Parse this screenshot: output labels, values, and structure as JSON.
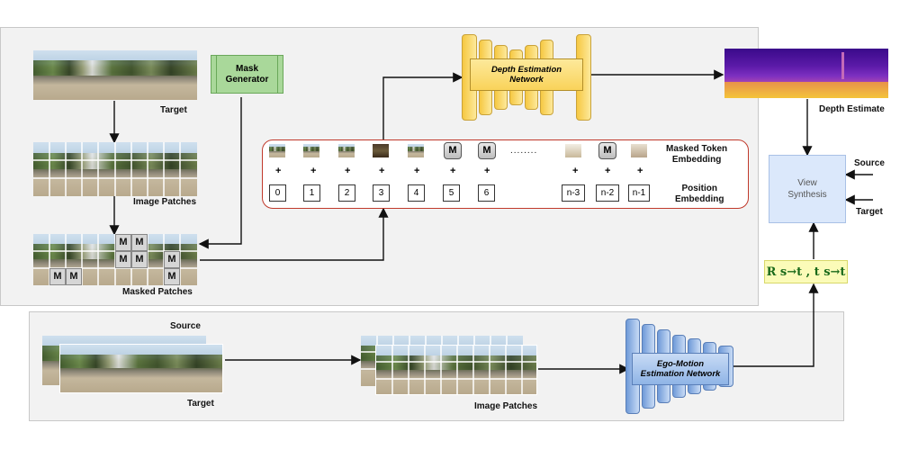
{
  "encoder_panel": {
    "target_label": "Target",
    "image_patches_label": "Image Patches",
    "masked_patches_label": "Masked Patches",
    "mask_generator": "Mask\nGenerator",
    "mask_token_glyph": "M"
  },
  "depth_network": {
    "label": "Depth Estimation\nNetwork"
  },
  "depth_estimate_label": "Depth Estimate",
  "token_row": {
    "masked_label": "Masked Token\nEmbedding",
    "position_label": "Position\nEmbedding",
    "ellipsis": "........",
    "plus": "+",
    "positions": [
      "0",
      "1",
      "2",
      "3",
      "4",
      "5",
      "6",
      "n-3",
      "n-2",
      "n-1"
    ]
  },
  "view_synthesis": {
    "label": "View\nSynthesis",
    "source_input": "Source",
    "target_input": "Target"
  },
  "pose_output": "R s→t , t s→t",
  "ego_panel": {
    "source_label": "Source",
    "target_label": "Target",
    "image_patches_label": "Image Patches",
    "network_label": "Ego-Motion\nEstimation Network"
  },
  "colors": {
    "mask_generator": "#a9d89a",
    "depth_net": "#fde08a",
    "ego_net": "#8fb4e6",
    "view_synthesis": "#dbe8fb",
    "pose_box": "#fbfbb8",
    "token_border": "#c0392b"
  }
}
